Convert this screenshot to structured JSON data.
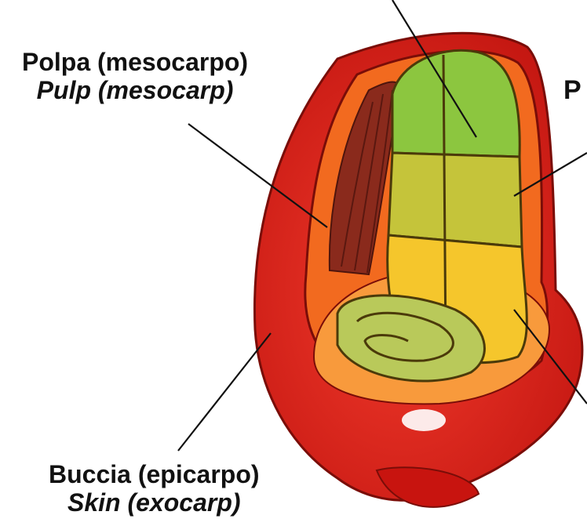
{
  "labels": {
    "pulp": {
      "it": "Polpa (mesocarpo)",
      "en": "Pulp (mesocarp)"
    },
    "skin": {
      "it": "Buccia (epicarpo)",
      "en": "Skin (exocarp)"
    },
    "cut_right": "P"
  },
  "colors": {
    "skin_red": "#e8231c",
    "skin_dark": "#b8120f",
    "pulp_orange": "#f26a1f",
    "fibre_brown": "#8a2a1c",
    "seed_green": "#8cc63f",
    "seed_olive": "#c5c43a",
    "seed_yellow": "#f5c62c",
    "embryo_green": "#b9c95a"
  }
}
